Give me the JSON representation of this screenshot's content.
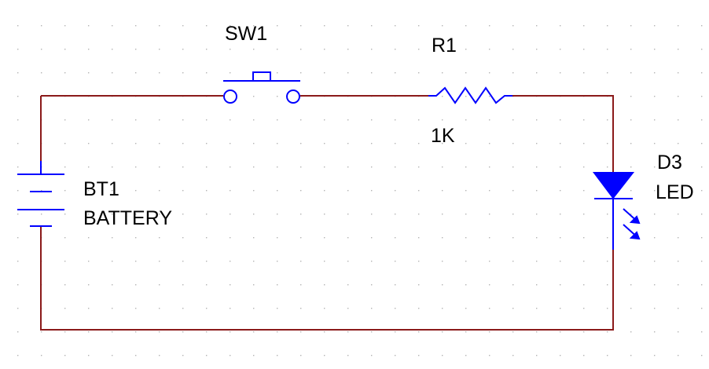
{
  "colors": {
    "background": "#ffffff",
    "grid_dot": "#b4b4b4",
    "wire": "#8b1a1a",
    "component": "#0000ff"
  },
  "components": {
    "switch": {
      "ref": "SW1"
    },
    "resistor": {
      "ref": "R1",
      "value": "1K"
    },
    "led": {
      "ref": "D3",
      "value": "LED"
    },
    "battery": {
      "ref": "BT1",
      "value": "BATTERY"
    }
  }
}
